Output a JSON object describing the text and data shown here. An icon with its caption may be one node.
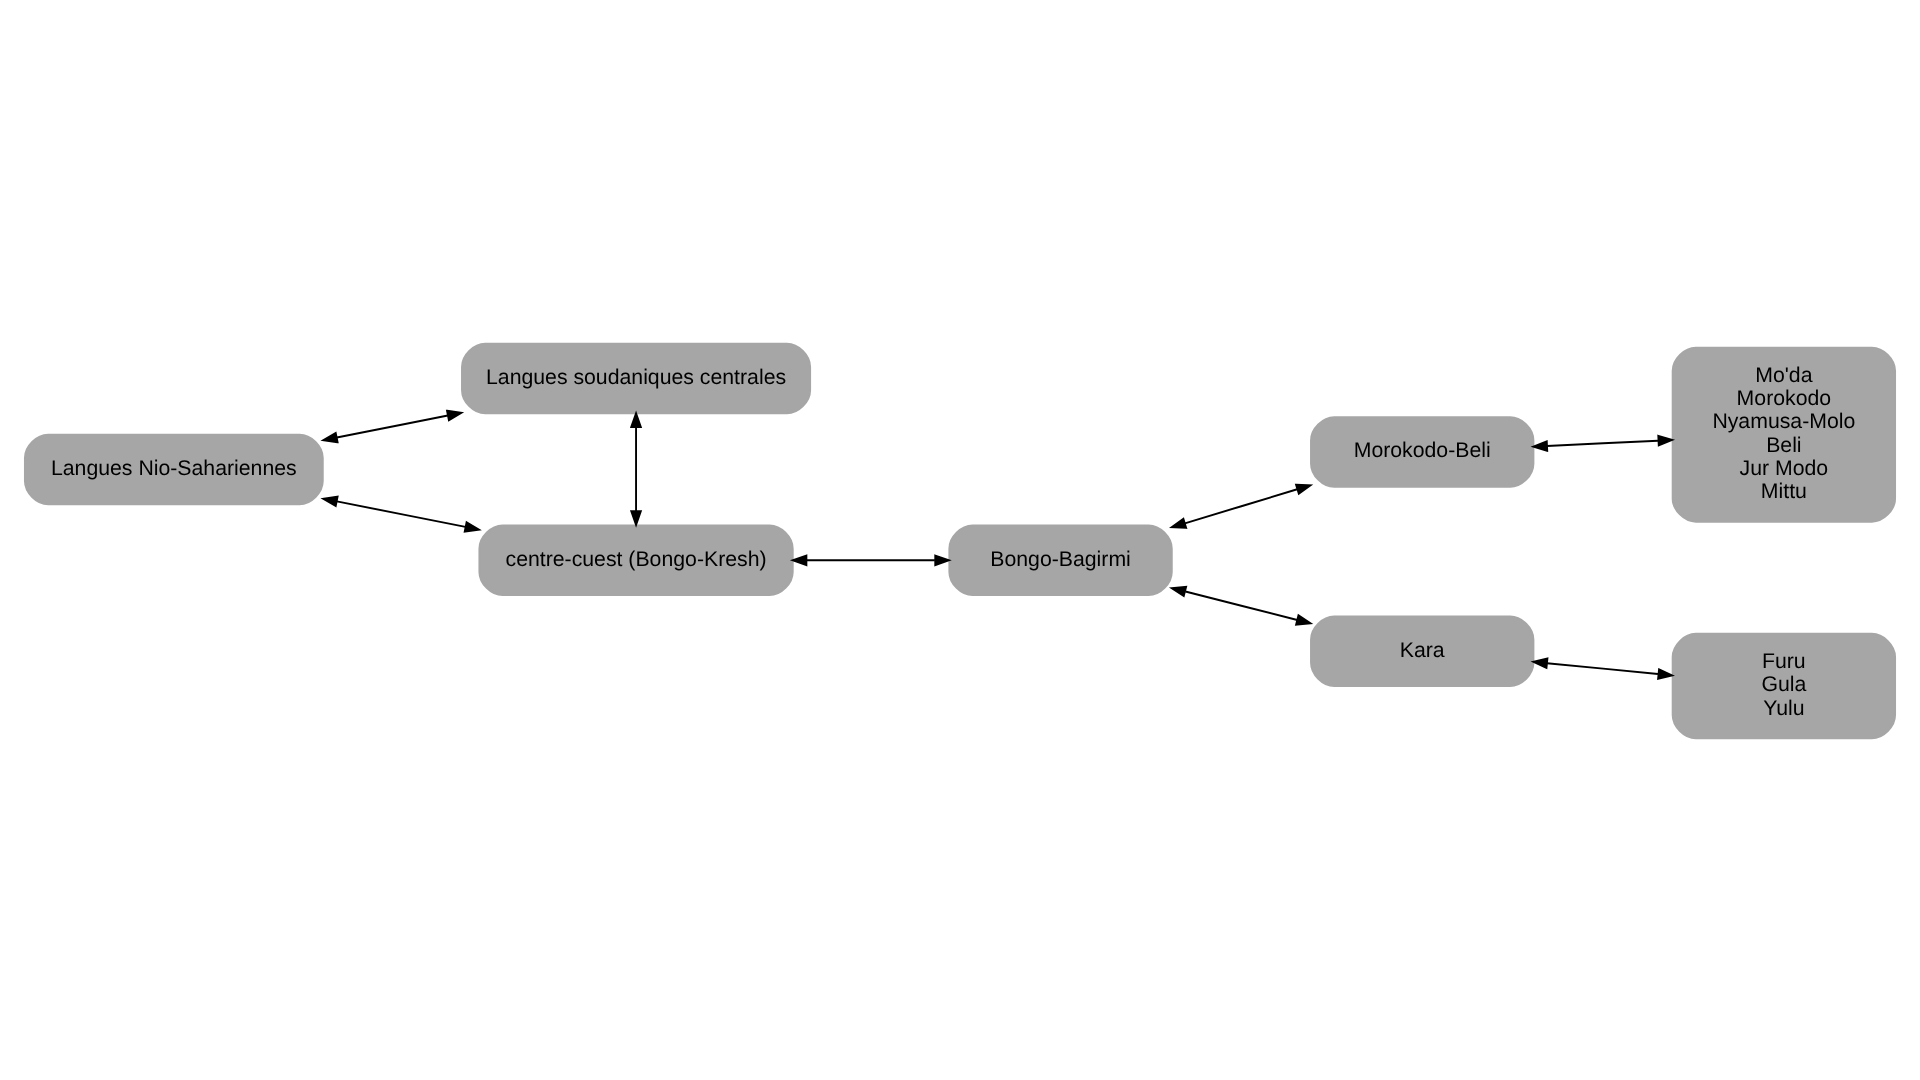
{
  "diagram": {
    "nodes": [
      {
        "text": [
          "Langues soudaniques centrales"
        ]
      },
      {
        "text": [
          "Langues Nio-Sahariennes"
        ]
      },
      {
        "text": [
          "centre-cuest (Bongo-Kresh)"
        ]
      },
      {
        "text": [
          "Bongo-Bagirmi"
        ]
      },
      {
        "text": [
          "Morokodo-Beli"
        ]
      },
      {
        "text": [
          "Mo'da",
          "Morokodo",
          "Nyamusa-Molo",
          "Beli",
          "Jur Modo",
          "Mittu"
        ]
      },
      {
        "text": [
          "Kara"
        ]
      },
      {
        "text": [
          "Furu",
          "Gula",
          "Yulu"
        ]
      }
    ],
    "edges": [
      {
        "from": 1,
        "to": 0,
        "arrow": "both"
      },
      {
        "from": 0,
        "to": 2,
        "arrow": "both"
      },
      {
        "from": 1,
        "to": 2,
        "arrow": "both"
      },
      {
        "from": 2,
        "to": 3,
        "arrow": "both"
      },
      {
        "from": 3,
        "to": 4,
        "arrow": "both"
      },
      {
        "from": 4,
        "to": 5,
        "arrow": "both"
      },
      {
        "from": 3,
        "to": 6,
        "arrow": "both"
      },
      {
        "from": 6,
        "to": 7,
        "arrow": "both"
      }
    ]
  }
}
